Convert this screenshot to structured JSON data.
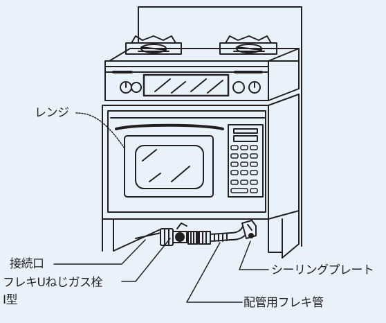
{
  "labels": {
    "range": "レンジ",
    "connection_port": "接続口",
    "sealing_plate": "シーリングプレート",
    "flexible_pipe": "配管用フレキ管",
    "gas_valve_line1": "フレキUねじガス栓",
    "gas_valve_line2": "I型"
  }
}
